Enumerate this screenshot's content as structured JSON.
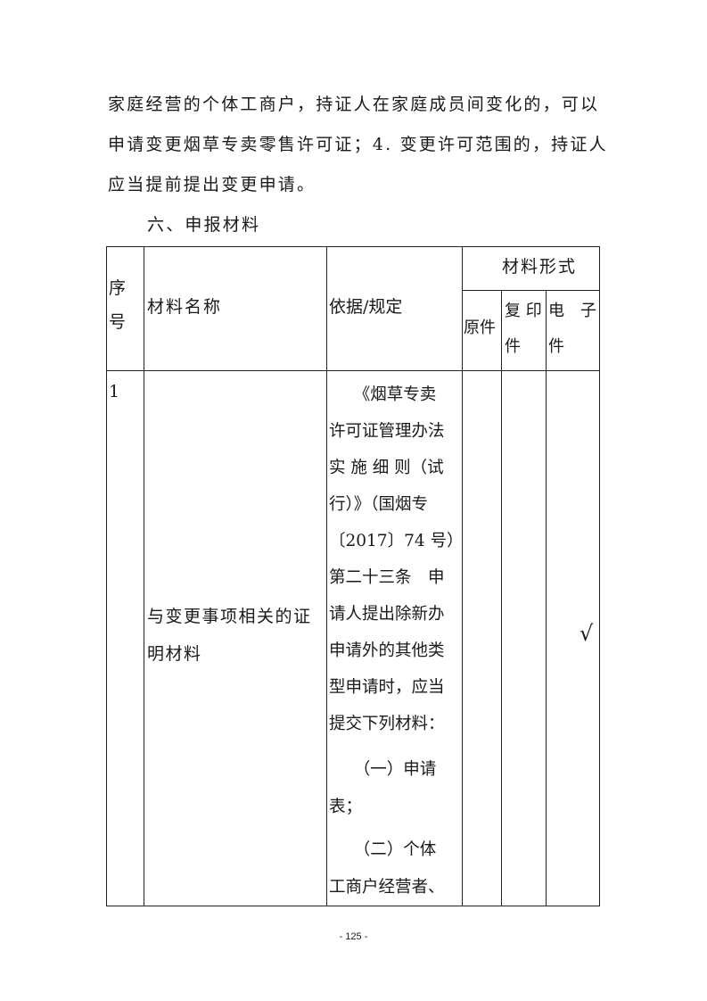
{
  "paragraph": {
    "lines": [
      "家庭经营的个体工商户，持证人在家庭成员间变化的，可以",
      "申请变更烟草专卖零售许可证；4. 变更许可范围的，持证人",
      "应当提前提出变更申请。"
    ]
  },
  "section_heading": "六、申报材料",
  "table": {
    "headers": {
      "seq": [
        "序",
        "号"
      ],
      "name": "材料名称",
      "basis": "依据/规定",
      "form": "材料形式",
      "original": [
        "原件"
      ],
      "copy": [
        "复 印",
        "件"
      ],
      "electronic": [
        "电　子",
        "件"
      ]
    },
    "rows": [
      {
        "seq": "1",
        "name_lines": [
          "与变更事项相关的证",
          "明材料"
        ],
        "basis_lines": [
          "　　《烟草专卖",
          "许可证管理办法",
          "实 施 细 则（试",
          "行）》（国烟专",
          "〔2017〕74 号）",
          "第二十三条　申",
          "请人提出除新办",
          "申请外的其他类",
          "型申请时，应当",
          "提交下列材料：",
          "　　（一）申请",
          "表；",
          "　　（二）个体",
          "工商户经营者、"
        ],
        "original": "",
        "copy": "",
        "electronic": "√"
      }
    ]
  },
  "page_number": "- 125 -"
}
